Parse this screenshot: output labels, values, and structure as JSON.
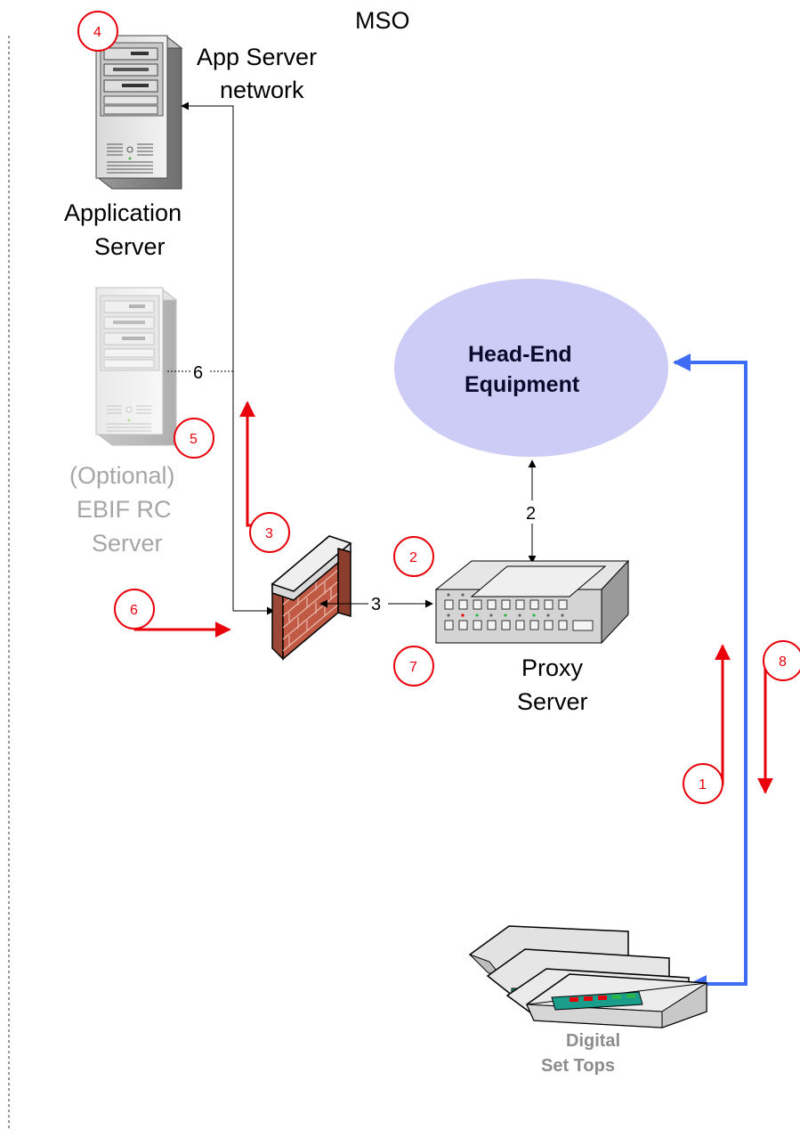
{
  "colors": {
    "red": "#e8000b",
    "blue": "#3f6cf5",
    "cloud": "#ccccf6",
    "brick": "#c05a45",
    "gray_label": "#a6a6a6"
  },
  "labels": {
    "mso": "MSO",
    "app_network_line1": "App Server",
    "app_network_line2": "network",
    "app_server_line1": "Application",
    "app_server_line2": "Server",
    "ebif_line1": "(Optional)",
    "ebif_line2": "EBIF RC",
    "ebif_line3": "Server",
    "headend_line1": "Head-End",
    "headend_line2": "Equipment",
    "proxy_line1": "Proxy",
    "proxy_line2": "Server",
    "settops_line1": "Digital",
    "settops_line2": "Set Tops"
  },
  "connector_numbers": {
    "ebif_link": "6",
    "headend_proxy": "2",
    "firewall_proxy": "3"
  },
  "step_badges": {
    "b1": "1",
    "b2": "2",
    "b3": "3",
    "b4": "4",
    "b5": "5",
    "b6": "6",
    "b7": "7",
    "b8": "8"
  },
  "icons": [
    "server-tower-icon",
    "server-tower-faded-icon",
    "firewall-icon",
    "network-switch-icon",
    "set-top-box-icon"
  ]
}
